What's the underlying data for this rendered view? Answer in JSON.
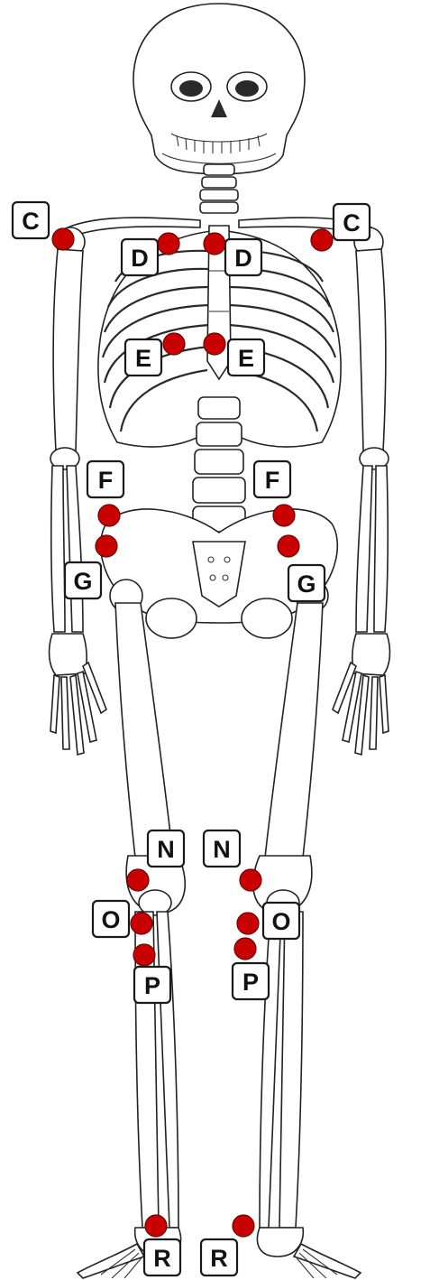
{
  "colors": {
    "marker_fill": "#c80000",
    "marker_stroke": "#6b0000",
    "label_border": "#1a1a1a",
    "line": "#222222"
  },
  "labels": [
    "C",
    "C",
    "D",
    "D",
    "E",
    "E",
    "F",
    "F",
    "G",
    "G",
    "N",
    "N",
    "O",
    "O",
    "P",
    "P",
    "R",
    "R"
  ]
}
